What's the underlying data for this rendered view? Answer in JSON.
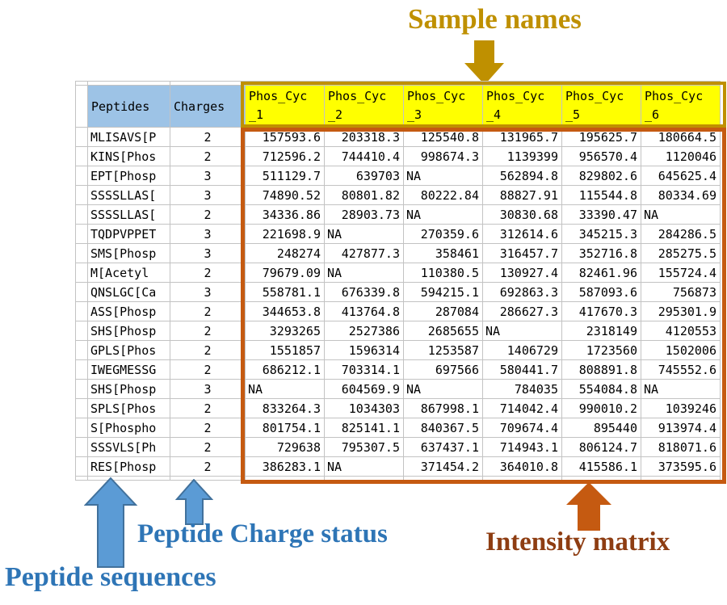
{
  "annotations": {
    "sample_names": "Sample names",
    "peptide_sequences": "Peptide sequences",
    "charge_status": "Peptide Charge status",
    "intensity_matrix": "Intensity matrix"
  },
  "colors": {
    "gold": "#BF9000",
    "yellow_header_fill": "#FFFF00",
    "blue_header_fill": "#9DC3E6",
    "blue_text": "#2E75B6",
    "blue_arrow_fill": "#5B9BD5",
    "blue_arrow_stroke": "#41719C",
    "orange_border": "#C55A11",
    "orange_text": "#8E3D12",
    "gridline": "#C3C3C3"
  },
  "table": {
    "peptides_header": "Peptides",
    "charges_header": "Charges",
    "sample_columns": [
      {
        "name": "Phos_Cyc_1",
        "line1": "Phos_Cyc",
        "line2": "_1"
      },
      {
        "name": "Phos_Cyc_2",
        "line1": "Phos_Cyc",
        "line2": "_2"
      },
      {
        "name": "Phos_Cyc_3",
        "line1": "Phos_Cyc",
        "line2": "_3"
      },
      {
        "name": "Phos_Cyc_4",
        "line1": "Phos_Cyc",
        "line2": "_4"
      },
      {
        "name": "Phos_Cyc_5",
        "line1": "Phos_Cyc",
        "line2": "_5"
      },
      {
        "name": "Phos_Cyc_6",
        "line1": "Phos_Cyc",
        "line2": "_6"
      }
    ],
    "rows": [
      {
        "peptide": "MLISAVS[P",
        "charge": "2",
        "values": [
          "157593.6",
          "203318.3",
          "125540.8",
          "131965.7",
          "195625.7",
          "180664.5"
        ]
      },
      {
        "peptide": "KINS[Phos",
        "charge": "2",
        "values": [
          "712596.2",
          "744410.4",
          "998674.3",
          "1139399",
          "956570.4",
          "1120046"
        ]
      },
      {
        "peptide": "EPT[Phosp",
        "charge": "3",
        "values": [
          "511129.7",
          "639703",
          "NA",
          "562894.8",
          "829802.6",
          "645625.4"
        ]
      },
      {
        "peptide": "SSSSLLAS[",
        "charge": "3",
        "values": [
          "74890.52",
          "80801.82",
          "80222.84",
          "88827.91",
          "115544.8",
          "80334.69"
        ]
      },
      {
        "peptide": "SSSSLLAS[",
        "charge": "2",
        "values": [
          "34336.86",
          "28903.73",
          "NA",
          "30830.68",
          "33390.47",
          "NA"
        ]
      },
      {
        "peptide": "TQDPVPPET",
        "charge": "3",
        "values": [
          "221698.9",
          "NA",
          "270359.6",
          "312614.6",
          "345215.3",
          "284286.5"
        ]
      },
      {
        "peptide": "SMS[Phosp",
        "charge": "3",
        "values": [
          "248274",
          "427877.3",
          "358461",
          "316457.7",
          "352716.8",
          "285275.5"
        ]
      },
      {
        "peptide": "M[Acetyl",
        "charge": "2",
        "values": [
          "79679.09",
          "NA",
          "110380.5",
          "130927.4",
          "82461.96",
          "155724.4"
        ]
      },
      {
        "peptide": "QNSLGC[Ca",
        "charge": "3",
        "values": [
          "558781.1",
          "676339.8",
          "594215.1",
          "692863.3",
          "587093.6",
          "756873"
        ]
      },
      {
        "peptide": "ASS[Phosp",
        "charge": "2",
        "values": [
          "344653.8",
          "413764.8",
          "287084",
          "286627.3",
          "417670.3",
          "295301.9"
        ]
      },
      {
        "peptide": "SHS[Phosp",
        "charge": "2",
        "values": [
          "3293265",
          "2527386",
          "2685655",
          "NA",
          "2318149",
          "4120553"
        ]
      },
      {
        "peptide": "GPLS[Phos",
        "charge": "2",
        "values": [
          "1551857",
          "1596314",
          "1253587",
          "1406729",
          "1723560",
          "1502006"
        ]
      },
      {
        "peptide": "IWEGMESSG",
        "charge": "2",
        "values": [
          "686212.1",
          "703314.1",
          "697566",
          "580441.7",
          "808891.8",
          "745552.6"
        ]
      },
      {
        "peptide": "SHS[Phosp",
        "charge": "3",
        "values": [
          "NA",
          "604569.9",
          "NA",
          "784035",
          "554084.8",
          "NA"
        ]
      },
      {
        "peptide": "SPLS[Phos",
        "charge": "2",
        "values": [
          "833264.3",
          "1034303",
          "867998.1",
          "714042.4",
          "990010.2",
          "1039246"
        ]
      },
      {
        "peptide": "S[Phospho",
        "charge": "2",
        "values": [
          "801754.1",
          "825141.1",
          "840367.5",
          "709674.4",
          "895440",
          "913974.4"
        ]
      },
      {
        "peptide": "SSSVLS[Ph",
        "charge": "2",
        "values": [
          "729638",
          "795307.5",
          "637437.1",
          "714943.1",
          "806124.7",
          "818071.6"
        ]
      },
      {
        "peptide": "RES[Phosp",
        "charge": "2",
        "values": [
          "386283.1",
          "NA",
          "371454.2",
          "364010.8",
          "415586.1",
          "373595.6"
        ]
      }
    ]
  }
}
